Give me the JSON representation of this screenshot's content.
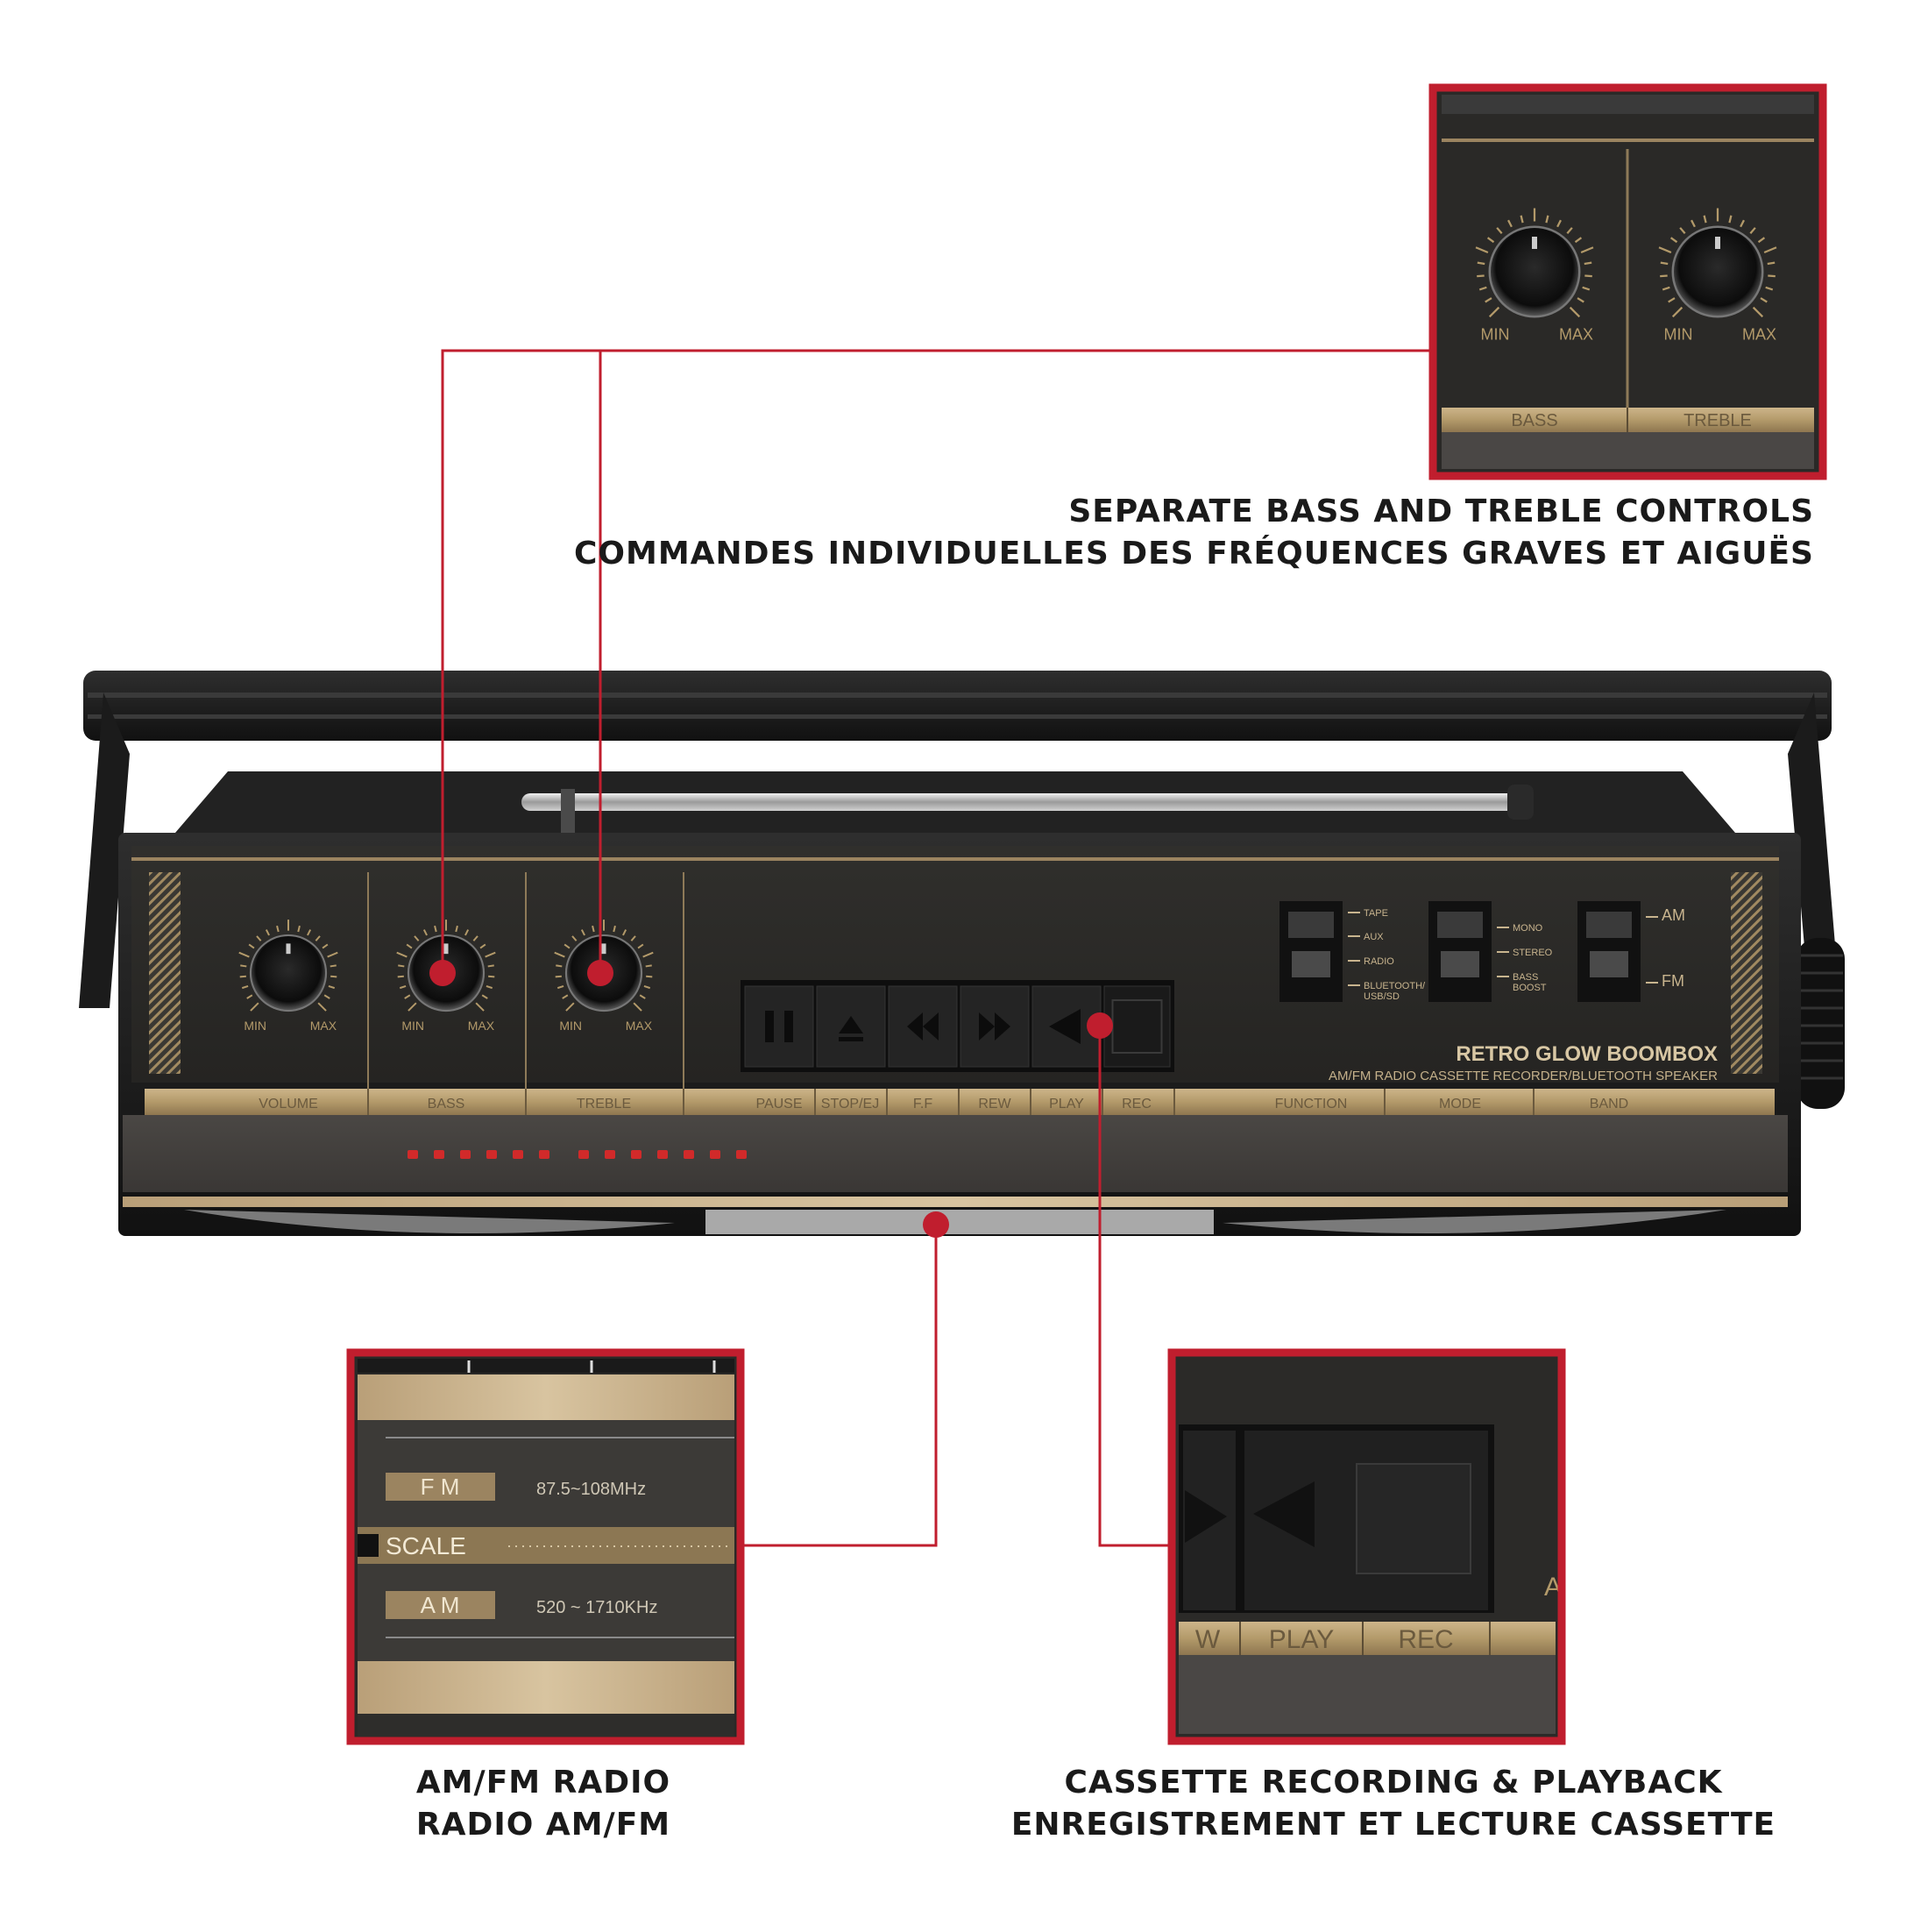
{
  "captions": {
    "controls": {
      "en": "SEPARATE BASS AND TREBLE CONTROLS",
      "fr": "COMMANDES INDIVIDUELLES DES FRÉQUENCES GRAVES ET AIGUËS"
    },
    "radio": {
      "en": "AM/FM RADIO",
      "fr": "RADIO AM/FM"
    },
    "cassette": {
      "en": "CASSETTE RECORDING & PLAYBACK",
      "fr": "ENREGISTREMENT ET LECTURE CASSETTE"
    }
  },
  "boombox": {
    "brand": "RETRO GLOW BOOMBOX",
    "subtitle": "AM/FM RADIO CASSETTE RECORDER/BLUETOOTH SPEAKER",
    "knob_min": "MIN",
    "knob_max": "MAX",
    "knob_labels": [
      "VOLUME",
      "BASS",
      "TREBLE"
    ],
    "transport_labels": [
      "PAUSE",
      "STOP/EJ",
      "F.F",
      "REW",
      "PLAY",
      "REC"
    ],
    "switch_labels": [
      "FUNCTION",
      "MODE",
      "BAND"
    ],
    "function_options": [
      "TAPE",
      "AUX",
      "RADIO",
      "BLUETOOTH/",
      "USB/SD"
    ],
    "mode_options": [
      "MONO",
      "STEREO",
      "BASS",
      "BOOST"
    ],
    "band_options": [
      "AM",
      "FM"
    ]
  },
  "zoom_controls": {
    "bass_label": "BASS",
    "treble_label": "TREBLE",
    "min": "MIN",
    "max": "MAX"
  },
  "zoom_radio": {
    "fm_label": "F M",
    "fm_range": "87.5~108MHz",
    "scale_label": "SCALE",
    "am_label": "A M",
    "am_range": "520 ~ 1710KHz"
  },
  "zoom_cassette": {
    "labels": [
      "W",
      "PLAY",
      "REC"
    ],
    "edge_letter": "A"
  },
  "colors": {
    "accent_red": "#c01e2e",
    "gold": "#b39a6a",
    "panel": "#2b2a28",
    "body": "#1c1c1c"
  }
}
